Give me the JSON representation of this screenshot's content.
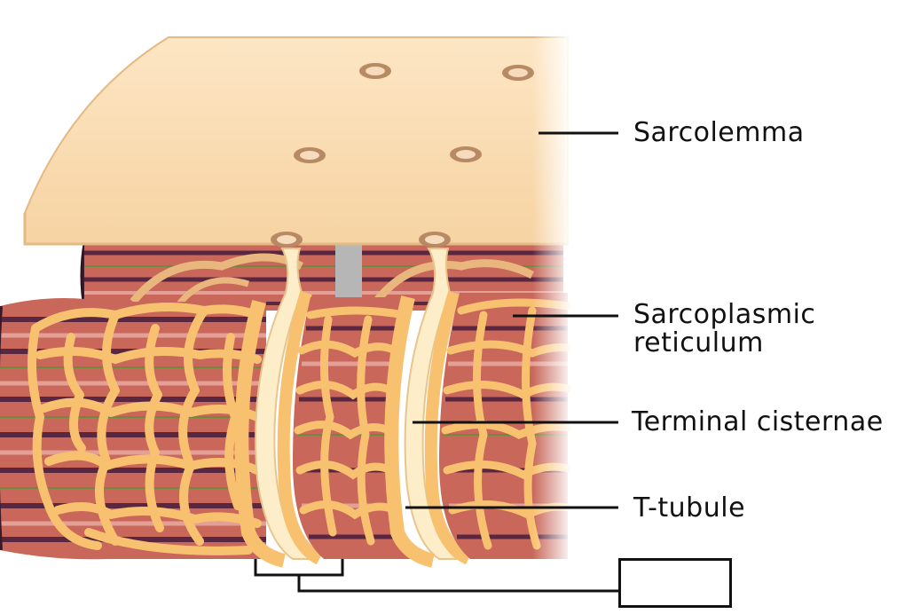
{
  "diagram": {
    "labels": {
      "sarcolemma": "Sarcolemma",
      "sarcoplasmic_reticulum_line1": "Sarcoplasmic",
      "sarcoplasmic_reticulum_line2": "reticulum",
      "terminal_cisternae": "Terminal cisternae",
      "t_tubule": "T-tubule",
      "bottom_box": ""
    },
    "colors": {
      "sarcolemma_fill": "#fbe0b8",
      "sarcolemma_edge": "#e8c08e",
      "reticulum": "#f8c170",
      "reticulum_edge": "#d89b45",
      "myofibril_red": "#c8675a",
      "myofibril_dark": "#5a2740",
      "myofibril_pink": "#e4a096",
      "myofibril_green": "#6f8a3a",
      "t_tubule": "#fdeec9",
      "leader_line": "#111111"
    }
  }
}
